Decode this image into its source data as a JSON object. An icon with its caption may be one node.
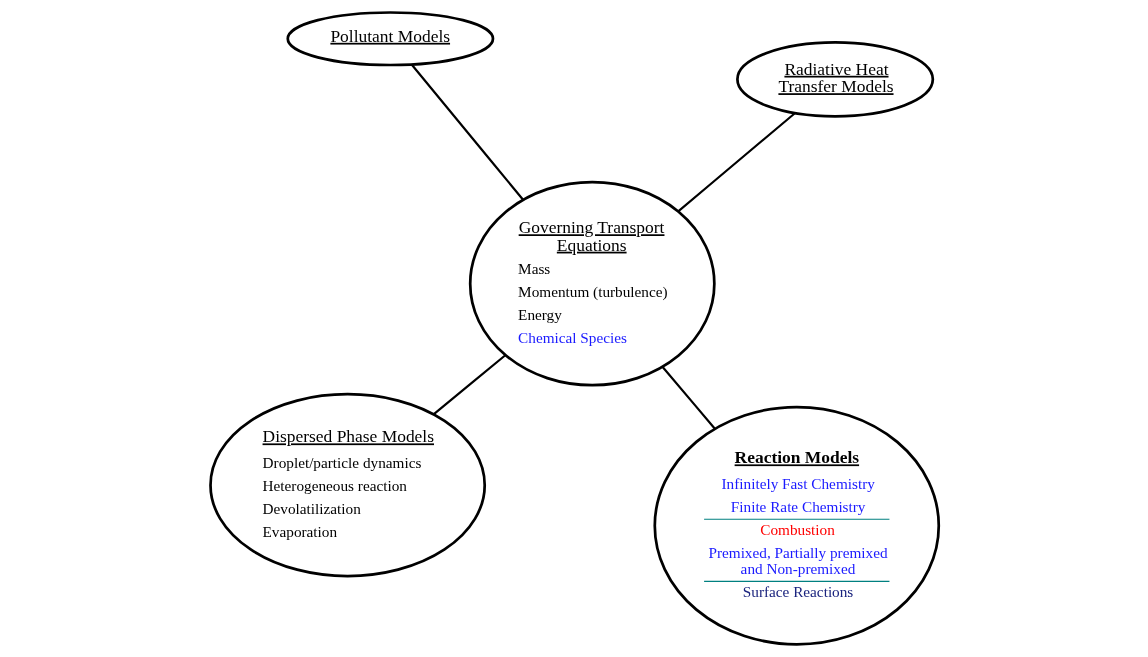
{
  "diagram": {
    "nodes": [
      {
        "text": [
          "Dispersed Phase Models",
          "Droplet/particle dynamics",
          "Heterogeneous reaction",
          "Devolatilization",
          "Evaporation"
        ]
      },
      {
        "text": [
          "Reaction Models",
          "Infinitely Fast Chemistry",
          "Finite Rate Chemistry",
          "Combustion",
          "Premixed, Partially premixed and Non-premixed",
          "Surface Reactions"
        ]
      },
      {
        "text": [
          "Governing Transport Equations",
          "Mass",
          "Momentum (turbulence)",
          "Energy",
          "Chemical Species"
        ]
      },
      {
        "text": [
          "Pollutant Models"
        ]
      },
      {
        "text": [
          "Radiative Heat Transfer Models"
        ]
      }
    ],
    "edges": [
      {
        "from": 2,
        "to": 0,
        "arrow": "none"
      },
      {
        "from": 2,
        "to": 1,
        "arrow": "none"
      },
      {
        "from": 2,
        "to": 3,
        "arrow": "none"
      },
      {
        "from": 2,
        "to": 4,
        "arrow": "none"
      }
    ]
  }
}
